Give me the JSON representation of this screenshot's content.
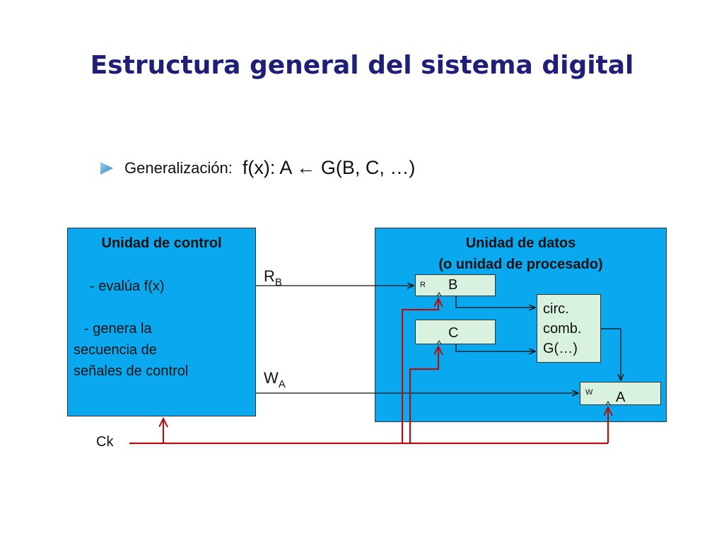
{
  "title": "Estructura general del sistema digital",
  "bullet": {
    "label": "Generalización:",
    "formula": "f(x): A ← G(B, C, …)"
  },
  "control_unit": {
    "title": "Unidad de control",
    "line1": "- evalúa f(x)",
    "line2": "- genera la",
    "line3": "secuencia de",
    "line4": "señales de control"
  },
  "data_unit": {
    "title_line1": "Unidad de datos",
    "title_line2": "(o unidad de procesado)"
  },
  "signals": {
    "rb_main": "R",
    "rb_sub": "B",
    "wa_main": "W",
    "wa_sub": "A",
    "ck": "Ck"
  },
  "registers": {
    "b": {
      "name": "B",
      "port": "R"
    },
    "c": {
      "name": "C"
    },
    "a": {
      "name": "A",
      "port": "W"
    }
  },
  "comb_circuit": {
    "line1": "circ.",
    "line2": "comb.",
    "line3": "G(…)"
  },
  "colors": {
    "unit_fill": "#0aa9ef",
    "register_fill": "#d9f2df",
    "clock_wire": "#b01010",
    "title": "#1f1f7a"
  }
}
